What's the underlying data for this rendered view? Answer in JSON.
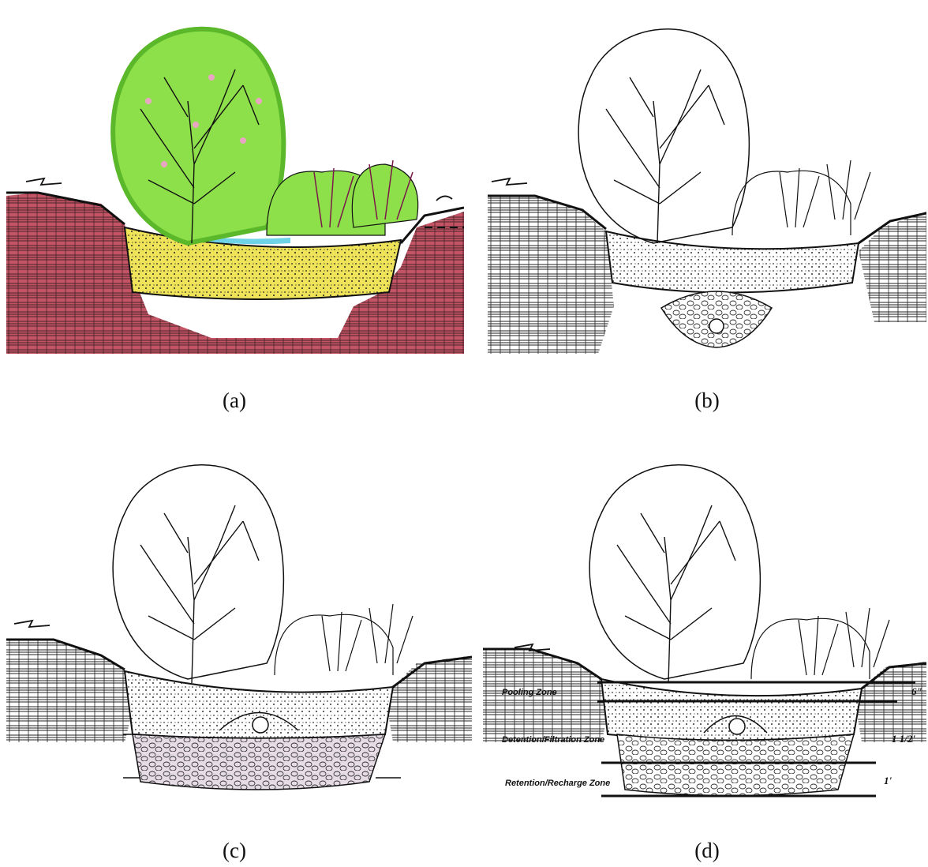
{
  "figure": {
    "panels": [
      {
        "id": "a",
        "caption": "(a)",
        "style": "color"
      },
      {
        "id": "b",
        "caption": "(b)",
        "style": "ink"
      },
      {
        "id": "c",
        "caption": "(c)",
        "style": "ink"
      },
      {
        "id": "d",
        "caption": "(d)",
        "style": "ink"
      }
    ],
    "zones": [
      {
        "label": "Pooling Zone",
        "depth": "6\""
      },
      {
        "label": "Detention/Filtration Zone",
        "depth": "1 1/2'"
      },
      {
        "label": "Retention/Recharge Zone",
        "depth": "1'"
      }
    ],
    "colors": {
      "foliage": "#8ee04a",
      "blossom": "#e8a6c2",
      "soil_media": "#efe35a",
      "native_soil": "#c24a5e",
      "water": "#6fd3e8",
      "ink": "#111111",
      "gravel_tint": "#e6dce6"
    }
  }
}
